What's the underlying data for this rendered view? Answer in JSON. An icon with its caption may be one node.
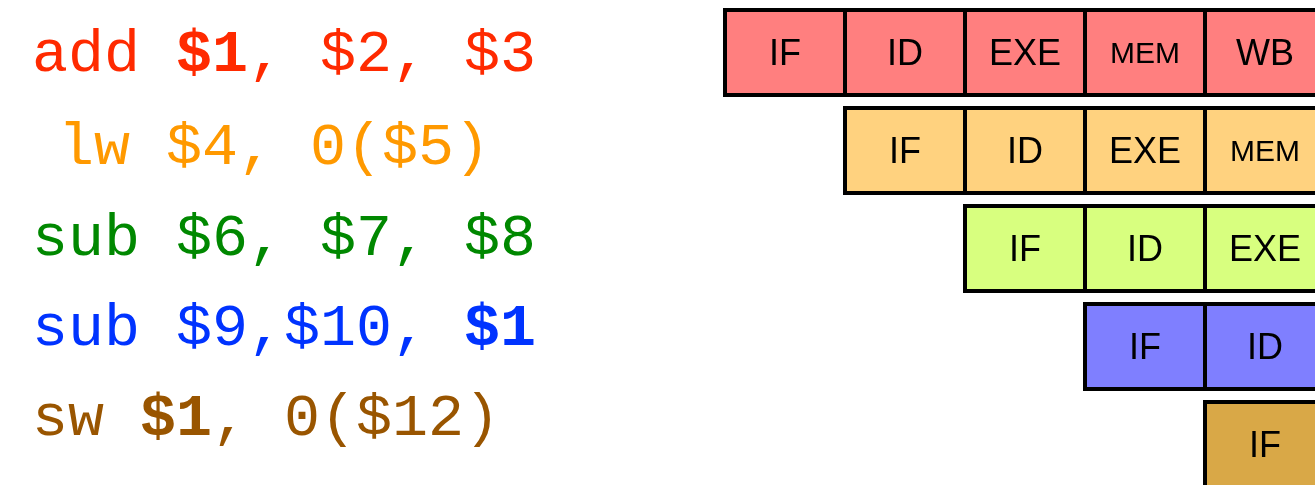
{
  "diagram": {
    "nodes": [
      {
        "text": [
          "IF"
        ]
      },
      {
        "text": [
          "ID"
        ]
      },
      {
        "text": [
          "EXE"
        ]
      },
      {
        "text": [
          "MEM"
        ]
      },
      {
        "text": [
          "WB"
        ]
      },
      {
        "text": [
          "IF"
        ]
      },
      {
        "text": [
          "ID"
        ]
      },
      {
        "text": [
          "EXE"
        ]
      },
      {
        "text": [
          "MEM"
        ]
      },
      {
        "text": [
          "IF"
        ]
      },
      {
        "text": [
          "ID"
        ]
      },
      {
        "text": [
          "EXE"
        ]
      },
      {
        "text": [
          "IF"
        ]
      },
      {
        "text": [
          "ID"
        ]
      },
      {
        "text": [
          "IF"
        ]
      }
    ],
    "labels": [
      "add **$1**, $2, $3",
      "lw $4, 0($5)",
      "sub $6, $7, $8",
      "sub $9,$10, **$1**",
      "sw **$1**, 0($12)"
    ]
  }
}
